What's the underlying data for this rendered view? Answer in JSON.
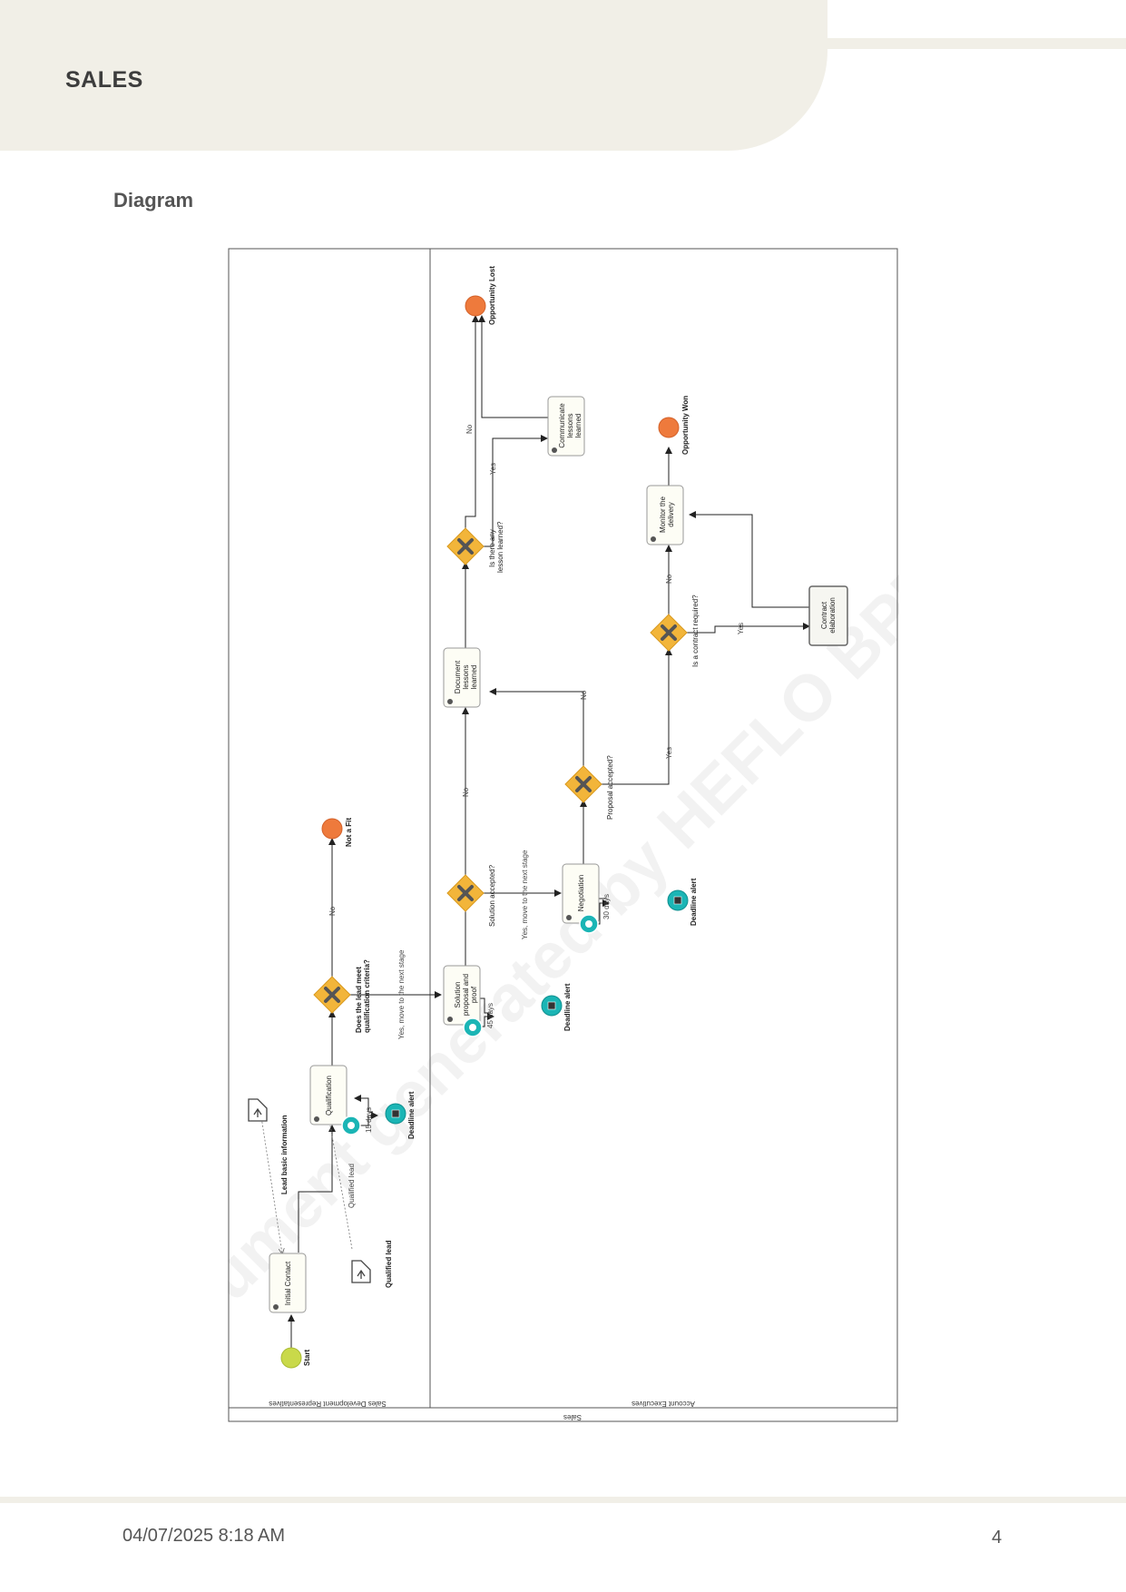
{
  "header": {
    "title": "SALES"
  },
  "section": {
    "title": "Diagram"
  },
  "footer": {
    "datetime": "04/07/2025 8:18 AM",
    "page": "4"
  },
  "watermark": "Document generated by HEFLO BPM | www.heflo.com",
  "diagram": {
    "pool": "Sales",
    "lanes": [
      "Sales Development Representatives",
      "Account Executives"
    ],
    "events": {
      "start": "Start",
      "not_fit": "Not a Fit",
      "opportunity_lost": "Opportunity Lost",
      "opportunity_won": "Opportunity Won",
      "deadline_alert": "Deadline alert"
    },
    "tasks": {
      "initial_contact": "Initial Contact",
      "qualification": "Qualification",
      "solution_proposal": "Solution proposal and proof",
      "negotiation": "Negotiation",
      "document_lessons": "Document lessons learned",
      "communicate_lessons": "Communicate lessons learned",
      "monitor_delivery": "Monitor the delivery",
      "contract_elaboration": "Contract elaboration"
    },
    "gateways": {
      "qualification_criteria": "Does the lead meet qualification criteria?",
      "solution_accepted": "Solution accepted?",
      "proposal_accepted": "Proposal accepted?",
      "lesson_learned": "Is there any lesson learned?",
      "contract_required": "Is a contract required?"
    },
    "data_objects": {
      "lead_basic_info": "Lead basic information",
      "qualified_lead": "Qualified lead"
    },
    "flow_labels": {
      "no": "No",
      "yes": "Yes",
      "yes_next_stage": "Yes, move to the next stage",
      "qualified_lead_assoc": "Qualified lead"
    },
    "timers": {
      "qualification": "15 days",
      "solution_proposal": "45 days",
      "negotiation": "30 days"
    },
    "colors": {
      "start_event": "#c9d94a",
      "end_event": "#ee7a3c",
      "gateway": "#f2b53a",
      "gateway_mark": "#555555",
      "timer_teal": "#1bb5b5",
      "task_fill": "#fdfdf5"
    }
  }
}
